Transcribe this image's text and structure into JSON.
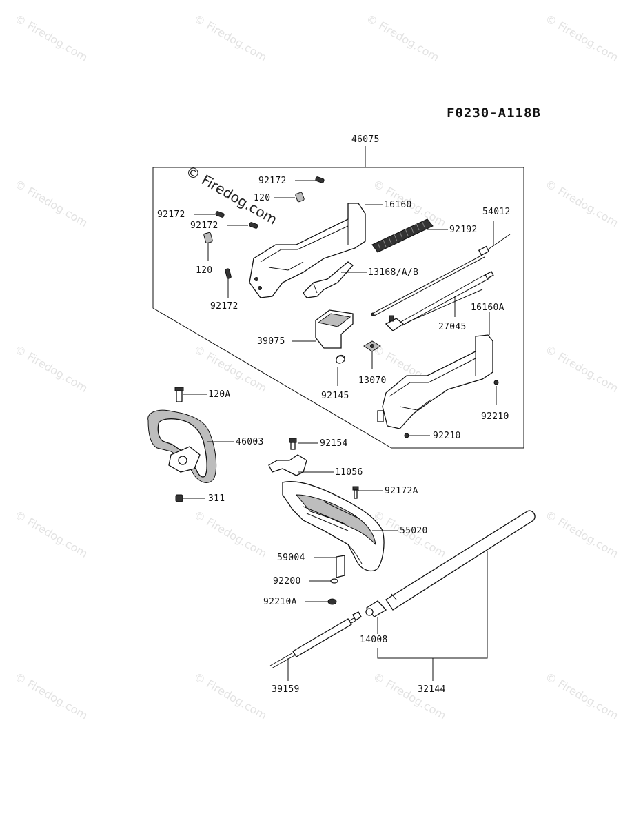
{
  "diagram_code": "F0230-A118B",
  "watermark": {
    "repeated_text": "© Firedog.com",
    "prominent_text": "© Firedog.com"
  },
  "parts": [
    {
      "id": "46075",
      "label": "46075"
    },
    {
      "id": "92172-a",
      "label": "92172"
    },
    {
      "id": "120-a",
      "label": "120"
    },
    {
      "id": "92172-b",
      "label": "92172"
    },
    {
      "id": "92172-c",
      "label": "92172"
    },
    {
      "id": "16160",
      "label": "16160"
    },
    {
      "id": "54012",
      "label": "54012"
    },
    {
      "id": "92192",
      "label": "92192"
    },
    {
      "id": "120-b",
      "label": "120"
    },
    {
      "id": "13168",
      "label": "13168/A/B"
    },
    {
      "id": "92172-d",
      "label": "92172"
    },
    {
      "id": "16160A",
      "label": "16160A"
    },
    {
      "id": "27045",
      "label": "27045"
    },
    {
      "id": "39075",
      "label": "39075"
    },
    {
      "id": "13070",
      "label": "13070"
    },
    {
      "id": "92145",
      "label": "92145"
    },
    {
      "id": "92210-a",
      "label": "92210"
    },
    {
      "id": "92210-b",
      "label": "92210"
    },
    {
      "id": "120A",
      "label": "120A"
    },
    {
      "id": "46003",
      "label": "46003"
    },
    {
      "id": "92154",
      "label": "92154"
    },
    {
      "id": "11056",
      "label": "11056"
    },
    {
      "id": "92172A",
      "label": "92172A"
    },
    {
      "id": "311",
      "label": "311"
    },
    {
      "id": "55020",
      "label": "55020"
    },
    {
      "id": "59004",
      "label": "59004"
    },
    {
      "id": "92200",
      "label": "92200"
    },
    {
      "id": "92210A",
      "label": "92210A"
    },
    {
      "id": "14008",
      "label": "14008"
    },
    {
      "id": "39159",
      "label": "39159"
    },
    {
      "id": "32144",
      "label": "32144"
    }
  ]
}
